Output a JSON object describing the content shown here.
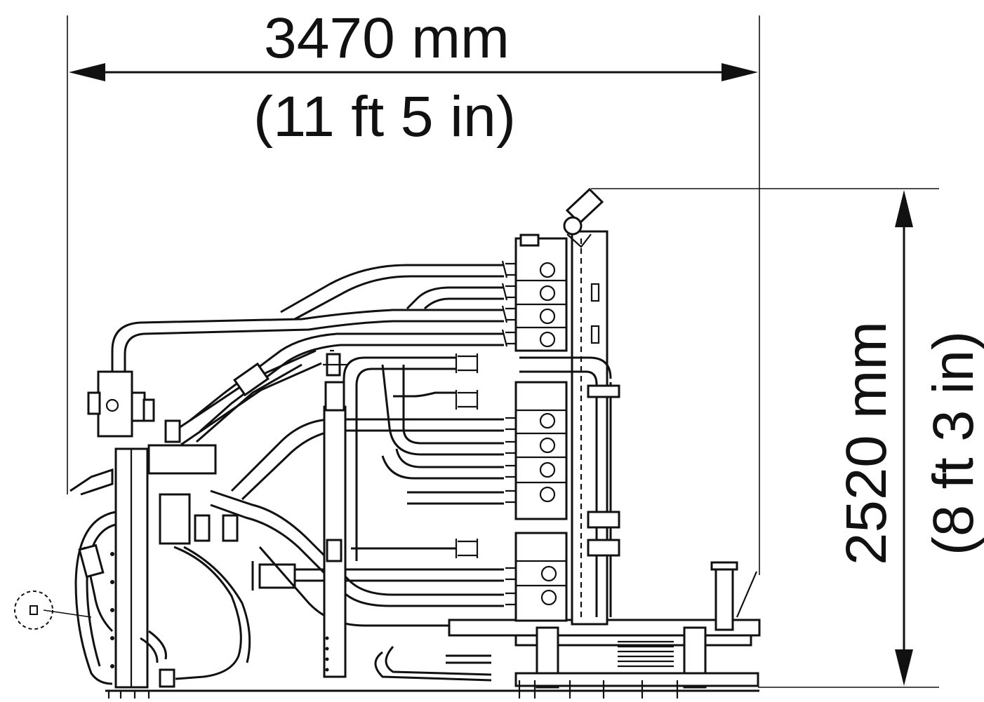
{
  "dimensions": {
    "width": {
      "metric": "3470 mm",
      "imperial": "(11 ft 5 in)"
    },
    "height": {
      "metric": "2520 mm",
      "imperial": "(8 ft 3 in)"
    }
  }
}
